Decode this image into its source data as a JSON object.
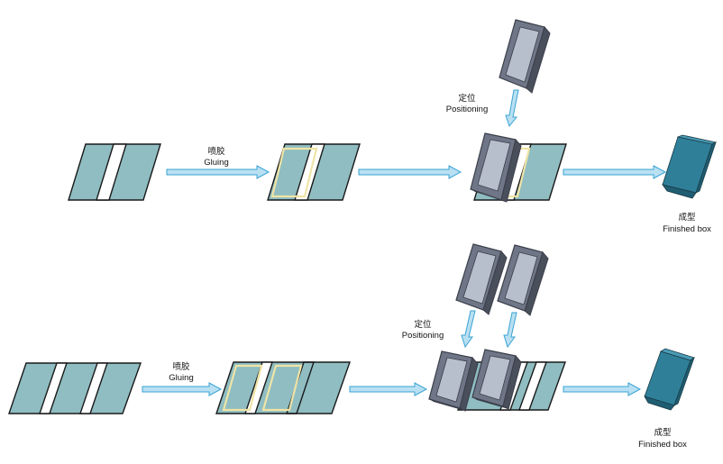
{
  "colors": {
    "sheet_fill": "#8fbdc2",
    "sheet_stroke": "#1a1a1a",
    "glue_stroke": "#efe4a6",
    "arrow_fill": "#b9e0f2",
    "arrow_stroke": "#39a3d3",
    "tray_outer": "#6f7687",
    "tray_inner": "#b7bfcc",
    "tray_edge": "#3b3f4a",
    "box_top": "#4a9bb6",
    "box_front": "#2f7f99",
    "box_side": "#1f5d72"
  },
  "row1": {
    "gluing": {
      "zh": "喷胶",
      "en": "Gluing"
    },
    "positioning": {
      "zh": "定位",
      "en": "Positioning"
    },
    "finished": {
      "zh": "成型",
      "en": "Finished box"
    }
  },
  "row2": {
    "gluing": {
      "zh": "喷胶",
      "en": "Gluing"
    },
    "positioning": {
      "zh": "定位",
      "en": "Positioning"
    },
    "finished": {
      "zh": "成型",
      "en": "Finished box"
    }
  }
}
